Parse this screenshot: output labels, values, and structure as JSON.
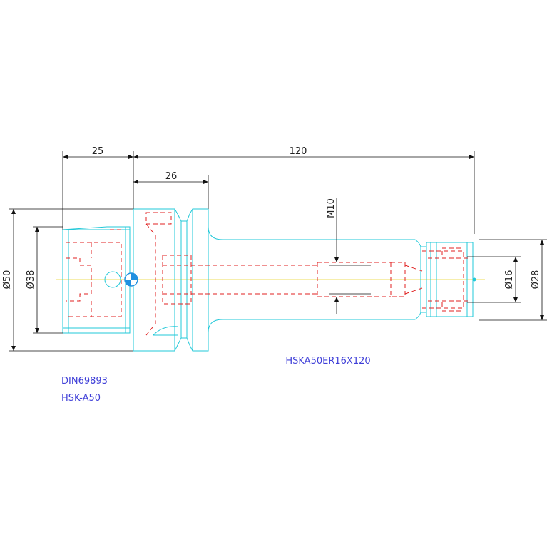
{
  "dimensions": {
    "d25": "25",
    "d120": "120",
    "d26": "26",
    "m10": "M10",
    "phi50": "Ø50",
    "phi38": "Ø38",
    "phi16": "Ø16",
    "phi28": "Ø28"
  },
  "notes": {
    "model": "HSKA50ER16X120",
    "standard": "DIN69893",
    "interface": "HSK-A50"
  },
  "colors": {
    "outline": "#22c8d8",
    "hidden_lines": "#e02020",
    "dimensions": "#111111",
    "notes": "#4040d8",
    "centerline": "#e8d020"
  }
}
